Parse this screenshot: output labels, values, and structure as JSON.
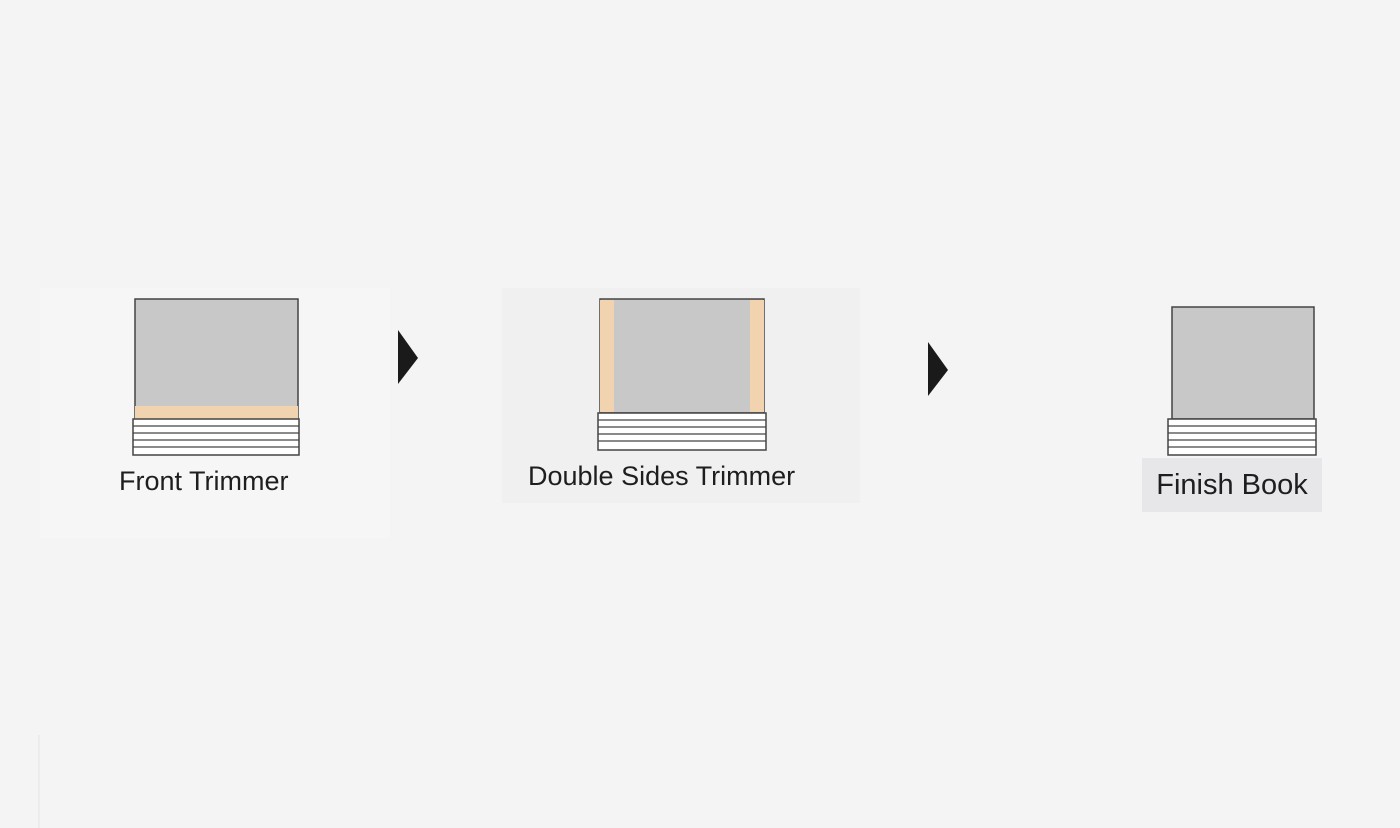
{
  "colors": {
    "background": "#f4f4f4",
    "cover": "#c8c8c8",
    "outline": "#444444",
    "trim_highlight": "#f2d3b0",
    "arrow": "#1a1a1a"
  },
  "steps": [
    {
      "label": "Front Trimmer",
      "trim": "bottom-edge",
      "icon": "book-front-trim-icon"
    },
    {
      "label": "Double Sides Trimmer",
      "trim": "left-and-right-edges",
      "icon": "book-double-side-trim-icon"
    },
    {
      "label": "Finish Book",
      "trim": "none",
      "icon": "finished-book-icon"
    }
  ],
  "connectors": [
    {
      "icon": "arrow-right-icon"
    },
    {
      "icon": "arrow-right-icon"
    }
  ]
}
